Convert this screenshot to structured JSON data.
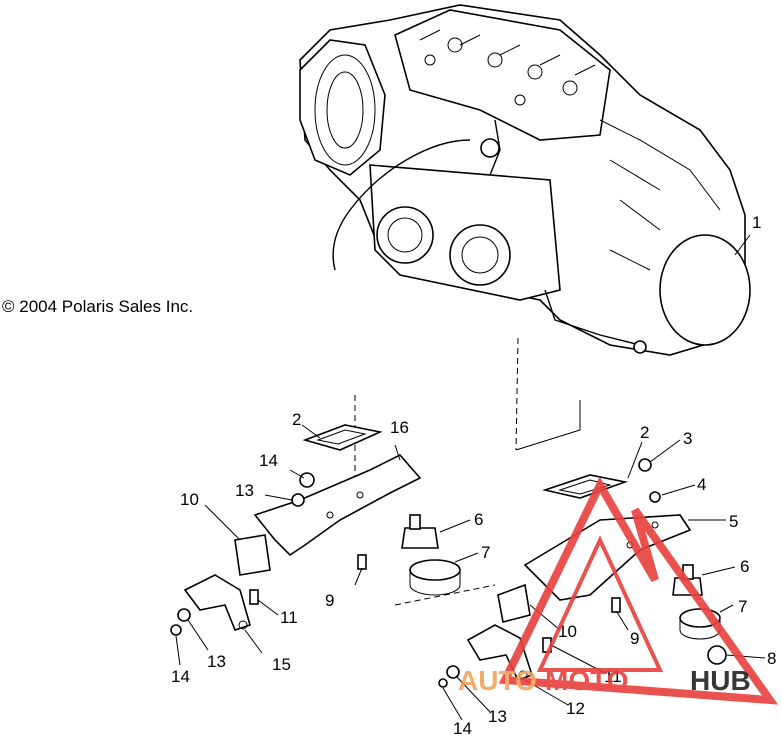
{
  "copyright": "© 2004 Polaris Sales Inc.",
  "callouts": [
    "1",
    "2",
    "2",
    "3",
    "4",
    "5",
    "6",
    "6",
    "7",
    "7",
    "8",
    "9",
    "9",
    "10",
    "10",
    "11",
    "11",
    "12",
    "13",
    "13",
    "13",
    "14",
    "14",
    "14",
    "15",
    "16"
  ],
  "watermark": {
    "text_a": "AUTO",
    "text_b": "MOTO",
    "text_c": "HUB",
    "colors": {
      "triangle": "#e8403e",
      "auto": "#f5a25d",
      "moto": "#e8403e",
      "hub": "#222222"
    }
  }
}
